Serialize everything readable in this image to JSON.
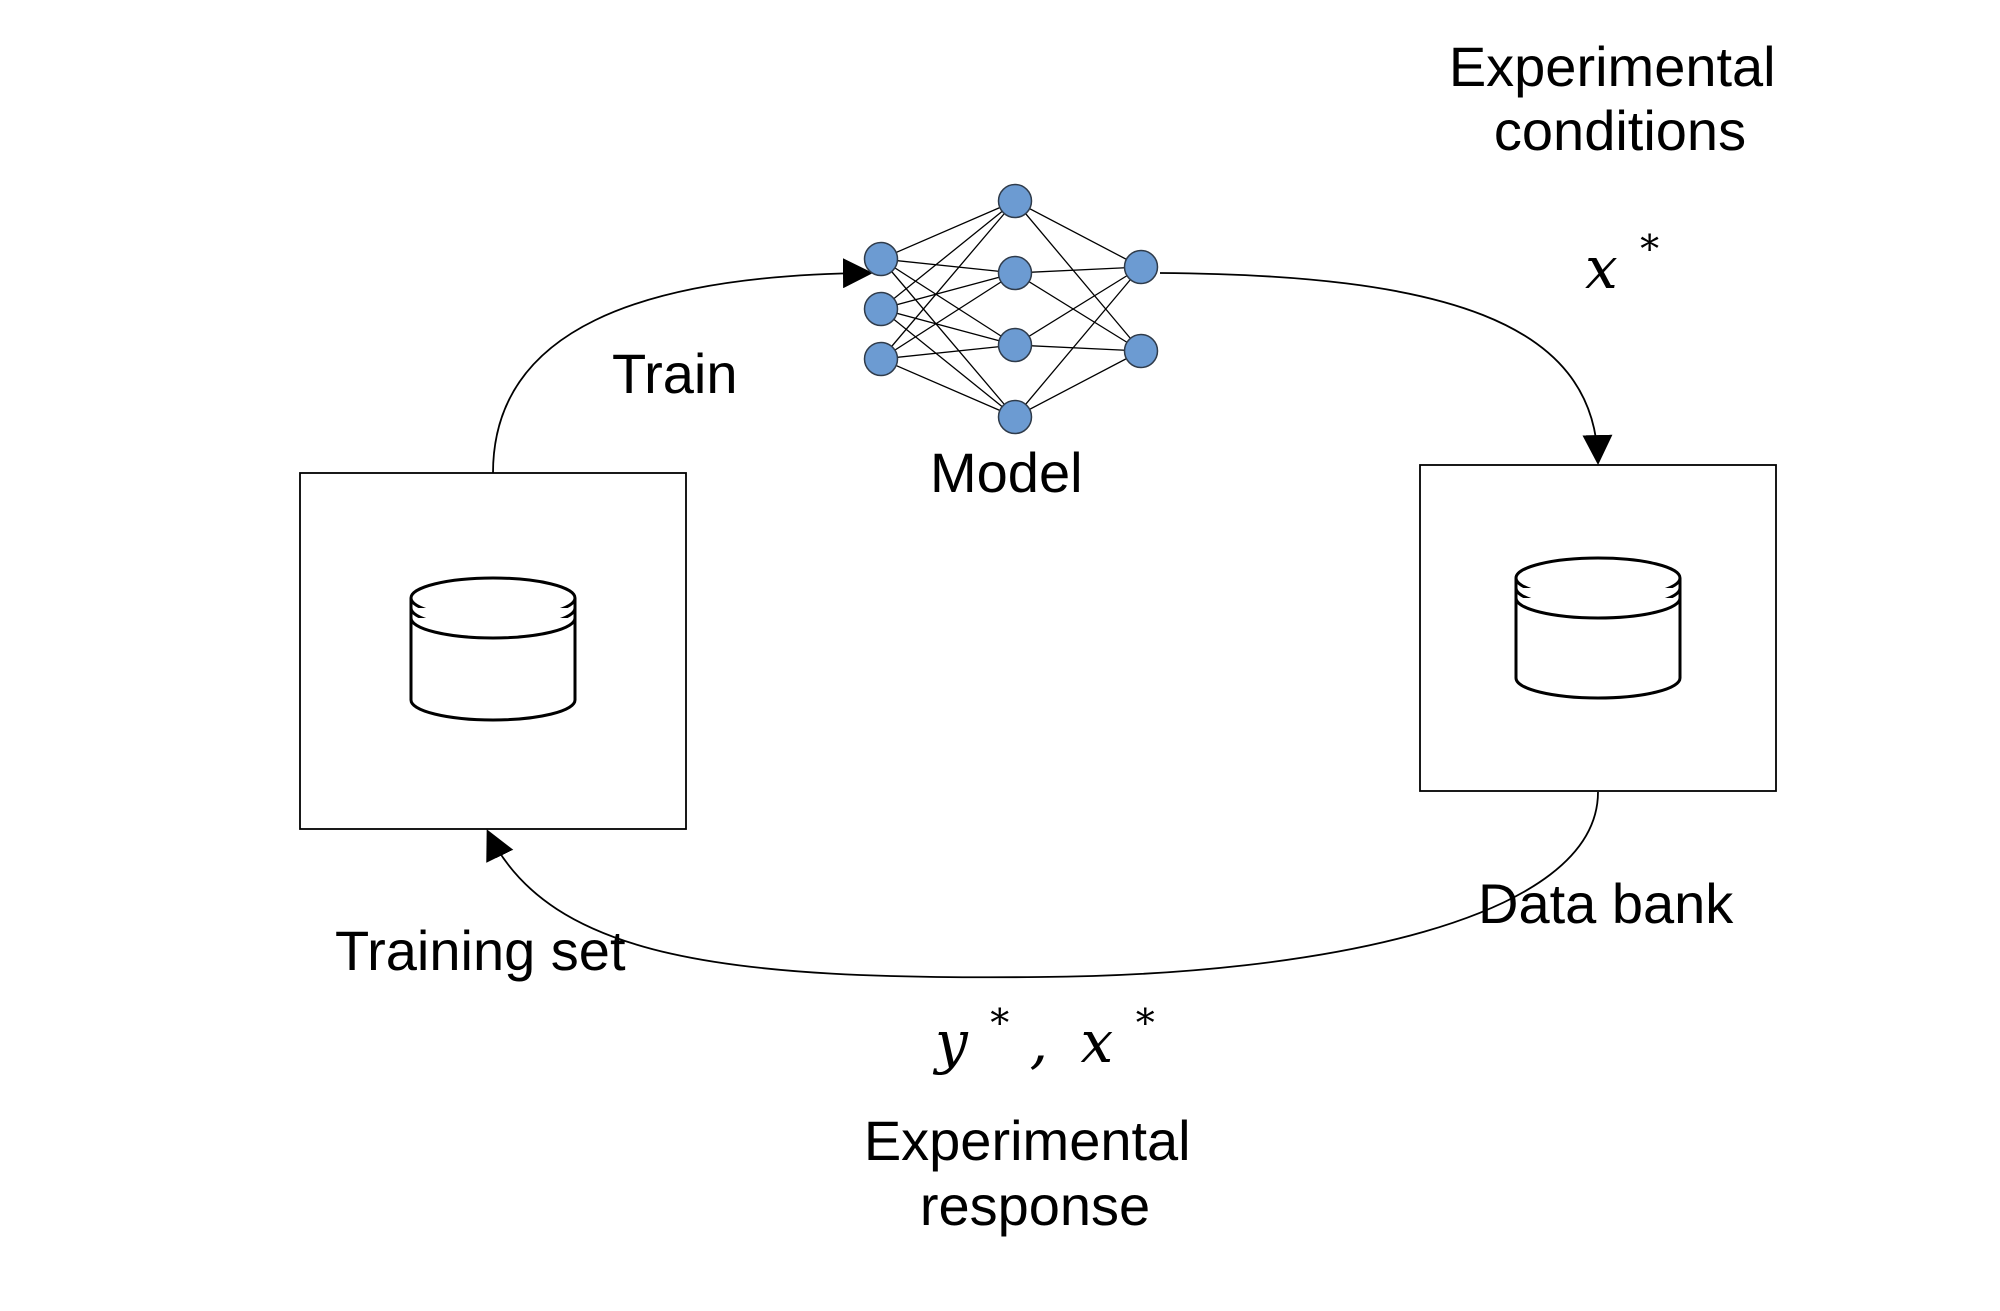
{
  "labels": {
    "train": "Train",
    "model": "Model",
    "training_set": "Training set",
    "data_bank": "Data bank",
    "conditions_line1": "Experimental",
    "conditions_line2": "conditions",
    "response_line1": "Experimental",
    "response_line2": "response"
  },
  "math": {
    "x_star_top": {
      "base": "x",
      "sup": "*"
    },
    "y_star": {
      "base": "y",
      "sup": "*"
    },
    "comma": ",",
    "x_star_bottom": {
      "base": "x",
      "sup": "*"
    }
  },
  "network": {
    "layers": [
      3,
      4,
      2
    ],
    "node_color": "#6c9bd2"
  },
  "colors": {
    "stroke": "#000000",
    "background": "#ffffff"
  }
}
